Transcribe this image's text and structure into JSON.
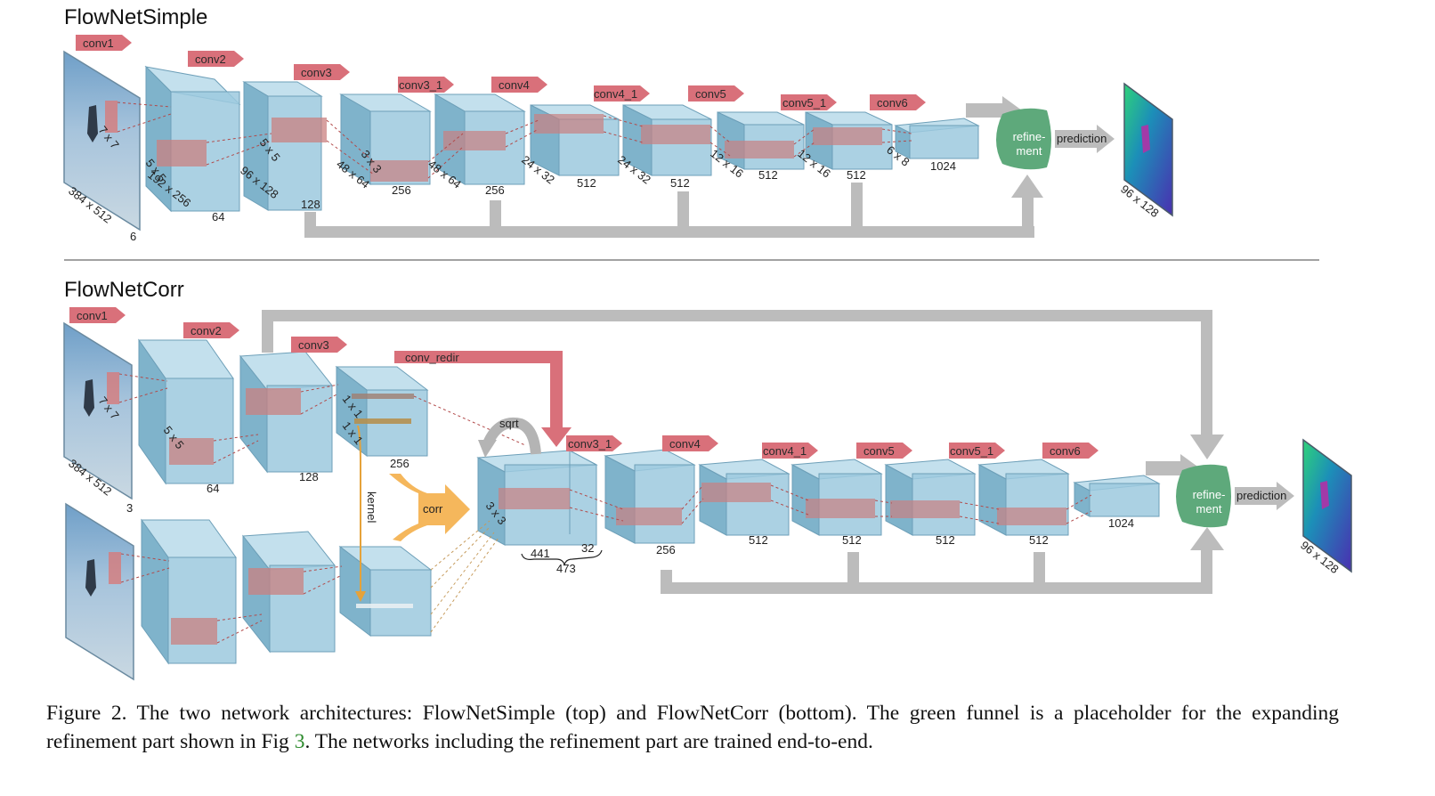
{
  "top": {
    "title": "FlowNetSimple",
    "layer_names": [
      "conv1",
      "conv2",
      "conv3",
      "conv3_1",
      "conv4",
      "conv4_1",
      "conv5",
      "conv5_1",
      "conv6"
    ],
    "kernels": [
      "7 x 7",
      "5 x 5",
      "5 x 5",
      "3 x 3"
    ],
    "sizes": [
      "384 x 512",
      "192 x 256",
      "96 x 128",
      "48 x 64",
      "48 x 64",
      "24 x 32",
      "24 x 32",
      "12 x 16",
      "12 x 16",
      "6 x 8"
    ],
    "channels": [
      "6",
      "64",
      "128",
      "256",
      "256",
      "512",
      "512",
      "512",
      "512",
      "1024"
    ],
    "refinement": "refine-\nment",
    "prediction": "prediction",
    "output_size": "96 x 128"
  },
  "bottom": {
    "title": "FlowNetCorr",
    "layer_names": [
      "conv1",
      "conv2",
      "conv3",
      "conv_redir",
      "conv3_1",
      "conv4",
      "conv4_1",
      "conv5",
      "conv5_1",
      "conv6"
    ],
    "kernels": [
      "7 x 7",
      "5 x 5",
      "1 x 1",
      "1 x 1",
      "3 x 3"
    ],
    "sizes": [
      "384 x 512"
    ],
    "channels": [
      "3",
      "64",
      "128",
      "256",
      "441",
      "32",
      "473",
      "256",
      "512",
      "512",
      "512",
      "512",
      "1024"
    ],
    "sqrt": "sqrt",
    "kernel": "kernel",
    "corr": "corr",
    "refinement": "refine-\nment",
    "prediction": "prediction",
    "output_size": "96 x 128"
  },
  "caption": {
    "part1": "Figure 2. The two network architectures: FlowNetSimple (top) and FlowNetCorr (bottom). The green funnel is a placeholder for the expanding refinement part shown in Fig ",
    "ref": "3",
    "part2": ". The networks including the refinement part are trained end-to-end."
  },
  "colors": {
    "block_face": "#9cc9de",
    "block_top": "#c3e0ed",
    "block_side": "#7fb3cb",
    "arrow_red": "#d9707a",
    "arrow_grey": "#b8b8b8",
    "funnel": "#5ea97b",
    "corr": "#f5b75c"
  }
}
